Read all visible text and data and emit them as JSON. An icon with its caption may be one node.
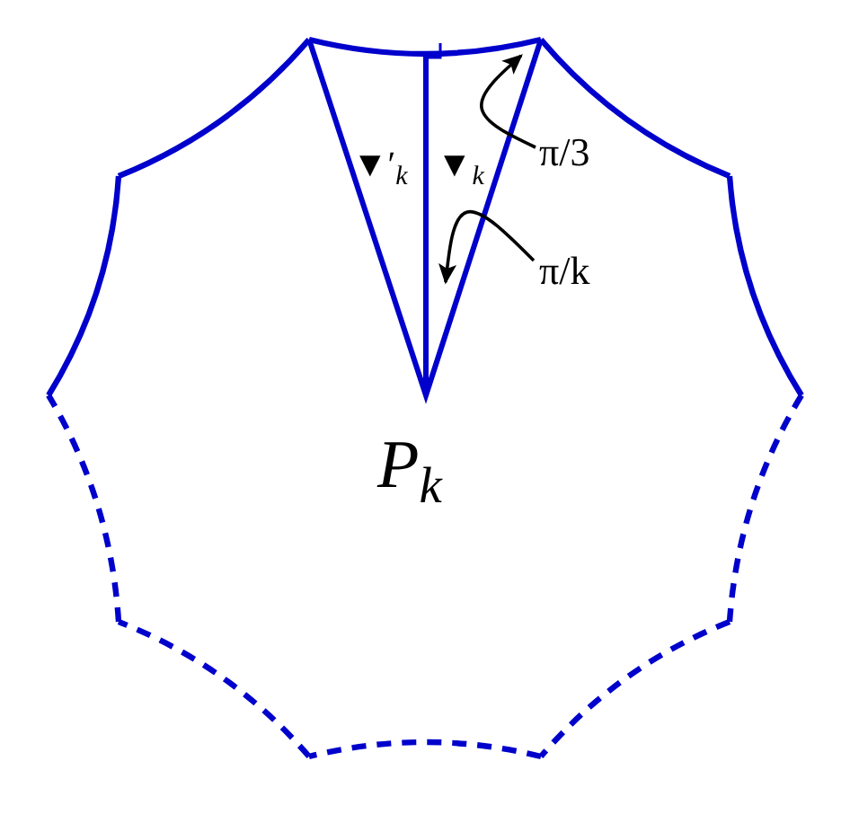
{
  "diagram": {
    "nodes": [
      {
        "text": [
          "π/3"
        ]
      },
      {
        "text": [
          "π/k"
        ]
      }
    ],
    "edges": [
      {
        "from": 0,
        "to": null,
        "arrow": "to"
      },
      {
        "from": 1,
        "to": null,
        "arrow": "to"
      }
    ],
    "labels": [
      "▼′$_{k}$",
      "▼$_{k}$",
      "P$_{k}$"
    ]
  }
}
